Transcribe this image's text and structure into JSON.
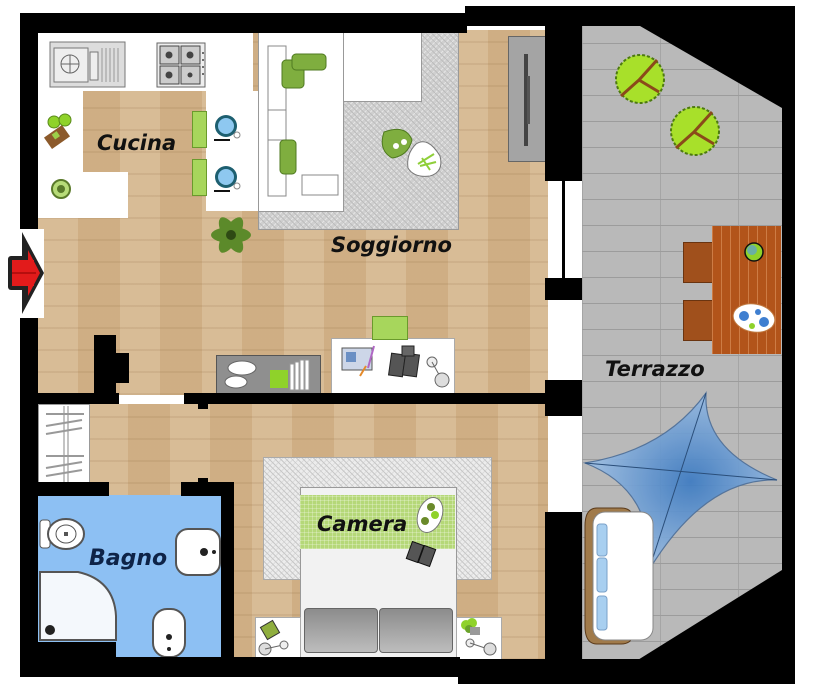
{
  "floorplan": {
    "rooms": [
      {
        "id": "cucina",
        "label": "Cucina"
      },
      {
        "id": "soggiorno",
        "label": "Soggiorno"
      },
      {
        "id": "terrazzo",
        "label": "Terrazzo"
      },
      {
        "id": "camera",
        "label": "Camera"
      },
      {
        "id": "bagno",
        "label": "Bagno"
      }
    ],
    "entrance": {
      "icon": "entrance-arrow-icon"
    },
    "colors": {
      "wall": "#000000",
      "wood_floor": "#d4b48a",
      "terrace_tiles": "#b9b9b9",
      "bathroom_floor": "#8dc0f3",
      "accent_green": "#8fc745",
      "entrance_arrow": "#e21b1b",
      "table_wood": "#b2541a",
      "sail_shade": "#8fb5de"
    },
    "furniture": {
      "cucina": [
        "sink-icon",
        "cooktop-icon",
        "cutting-board-icon",
        "plate-icon",
        "bar-stool-icon",
        "bar-stool-icon"
      ],
      "soggiorno": [
        "sectional-sofa-icon",
        "coffee-table-icon",
        "tv-unit-icon",
        "plant-icon",
        "sideboard-icon",
        "desk-icon",
        "desk-chair-icon"
      ],
      "terrazzo": [
        "tree-icon",
        "tree-icon",
        "outdoor-table-icon",
        "chair-icon",
        "chair-icon",
        "shade-sail-icon",
        "outdoor-sofa-icon"
      ],
      "camera": [
        "double-bed-icon",
        "nightstand-icon",
        "nightstand-icon",
        "rug-icon",
        "wardrobe-icon"
      ],
      "bagno": [
        "toilet-icon",
        "sink-icon",
        "bidet-icon",
        "shower-icon"
      ]
    }
  }
}
